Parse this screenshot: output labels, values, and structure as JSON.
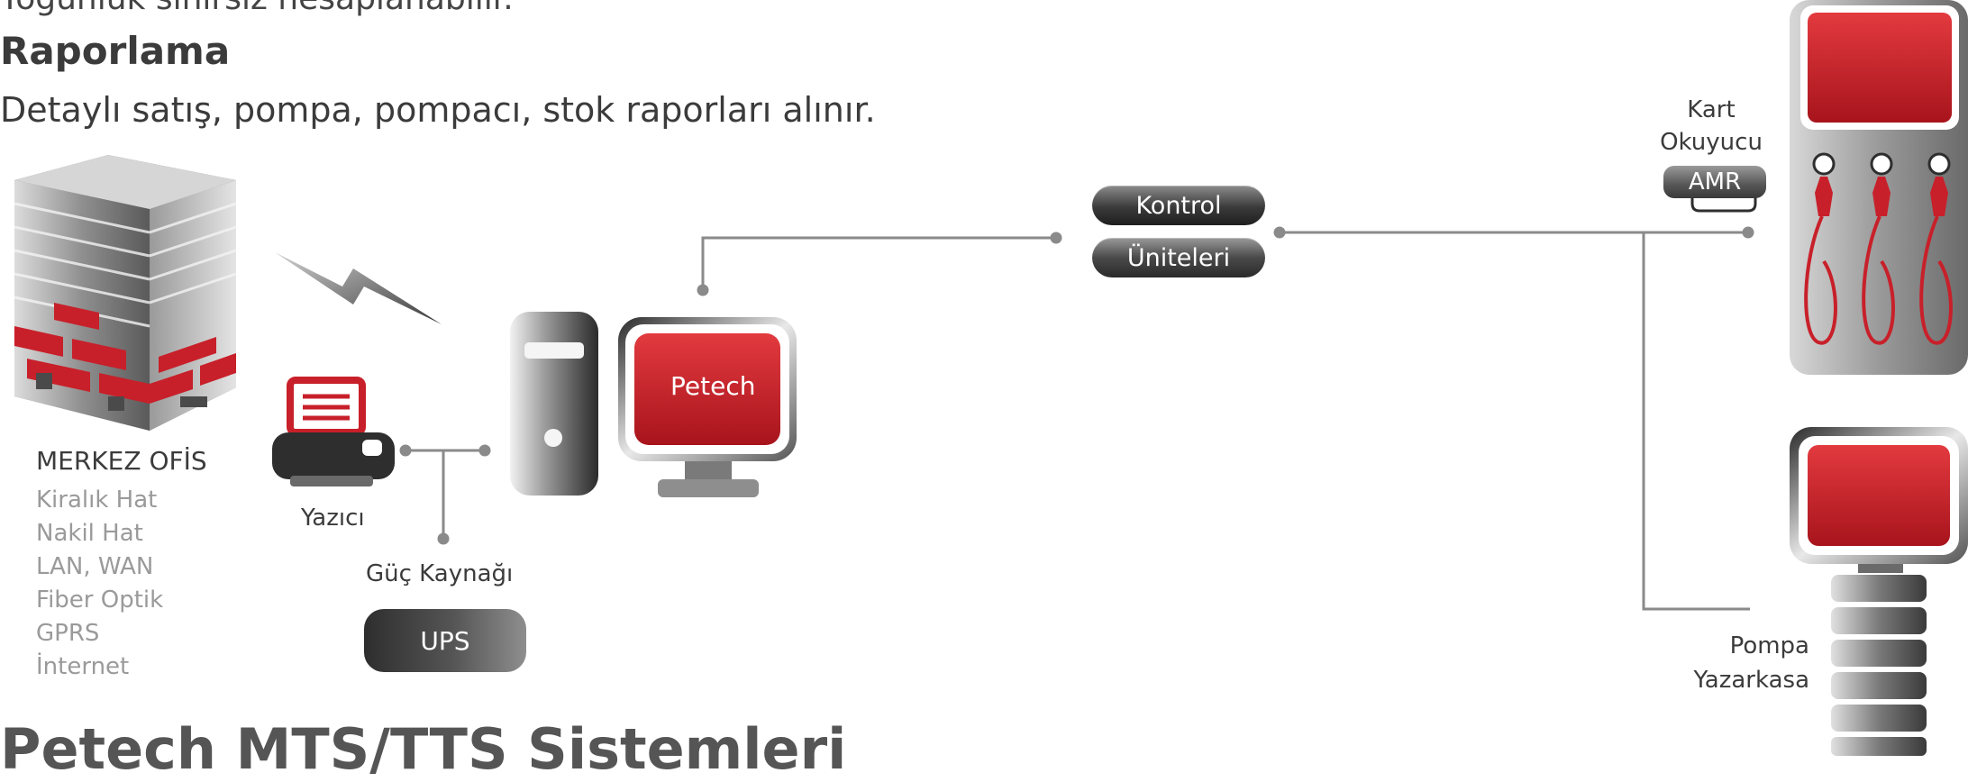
{
  "header": {
    "top_partial": "Yoğunluk sınırsız hesaplanabilir.",
    "section_title": "Raporlama",
    "section_desc": "Detaylı satış, pompa, pompacı, stok raporları alınır."
  },
  "office": {
    "title": "MERKEZ OFİS",
    "connections": [
      "Kiralık Hat",
      "Nakil Hat",
      "LAN, WAN",
      "Fiber Optik",
      "GPRS",
      "İnternet"
    ]
  },
  "devices": {
    "printer_label": "Yazıcı",
    "power_label": "Güç Kaynağı",
    "ups_label": "UPS",
    "monitor_label": "Petech",
    "control_line1": "Kontrol",
    "control_line2": "Üniteleri",
    "card_reader_line1": "Kart",
    "card_reader_line2": "Okuyucu",
    "amr_label": "AMR",
    "pump_line1": "Pompa",
    "pump_line2": "Yazarkasa"
  },
  "footer": {
    "title": "Petech MTS/TTS Sistemleri"
  },
  "colors": {
    "brand_red": "#c8202a",
    "dark_gray": "#3a3a3a",
    "line_gray": "#8a8a8a"
  }
}
